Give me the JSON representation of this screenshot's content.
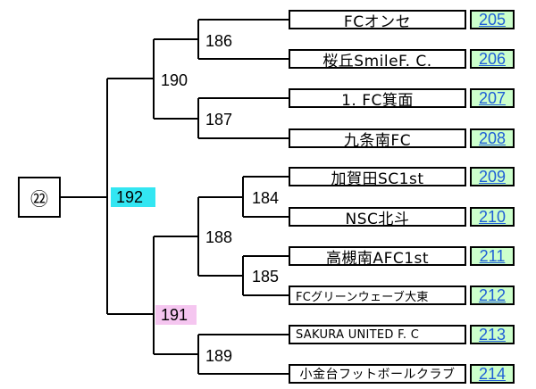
{
  "seed": "㉒",
  "final_match": {
    "number": "192",
    "color": "#33e6f2"
  },
  "semi_matches": [
    {
      "number": "190"
    },
    {
      "number": "191",
      "color": "#f5c6f0"
    }
  ],
  "quarter_matches": [
    "186",
    "187",
    "188",
    "189"
  ],
  "round16_matches": [
    "184",
    "185"
  ],
  "teams": [
    {
      "name": "FCオンセ",
      "game": "205"
    },
    {
      "name": "桜丘SmileF. C.",
      "game": "206"
    },
    {
      "name": "1. FC箕面",
      "game": "207"
    },
    {
      "name": "九条南FC",
      "game": "208"
    },
    {
      "name": "加賀田SC1st",
      "game": "209"
    },
    {
      "name": "NSC北斗",
      "game": "210"
    },
    {
      "name": "高槻南AFC1st",
      "game": "211"
    },
    {
      "name": "FCグリーンウェーブ大東",
      "game": "212"
    },
    {
      "name": "SAKURA UNITED F. C",
      "game": "213"
    },
    {
      "name": "小金台フットボールクラブ",
      "game": "214"
    }
  ]
}
